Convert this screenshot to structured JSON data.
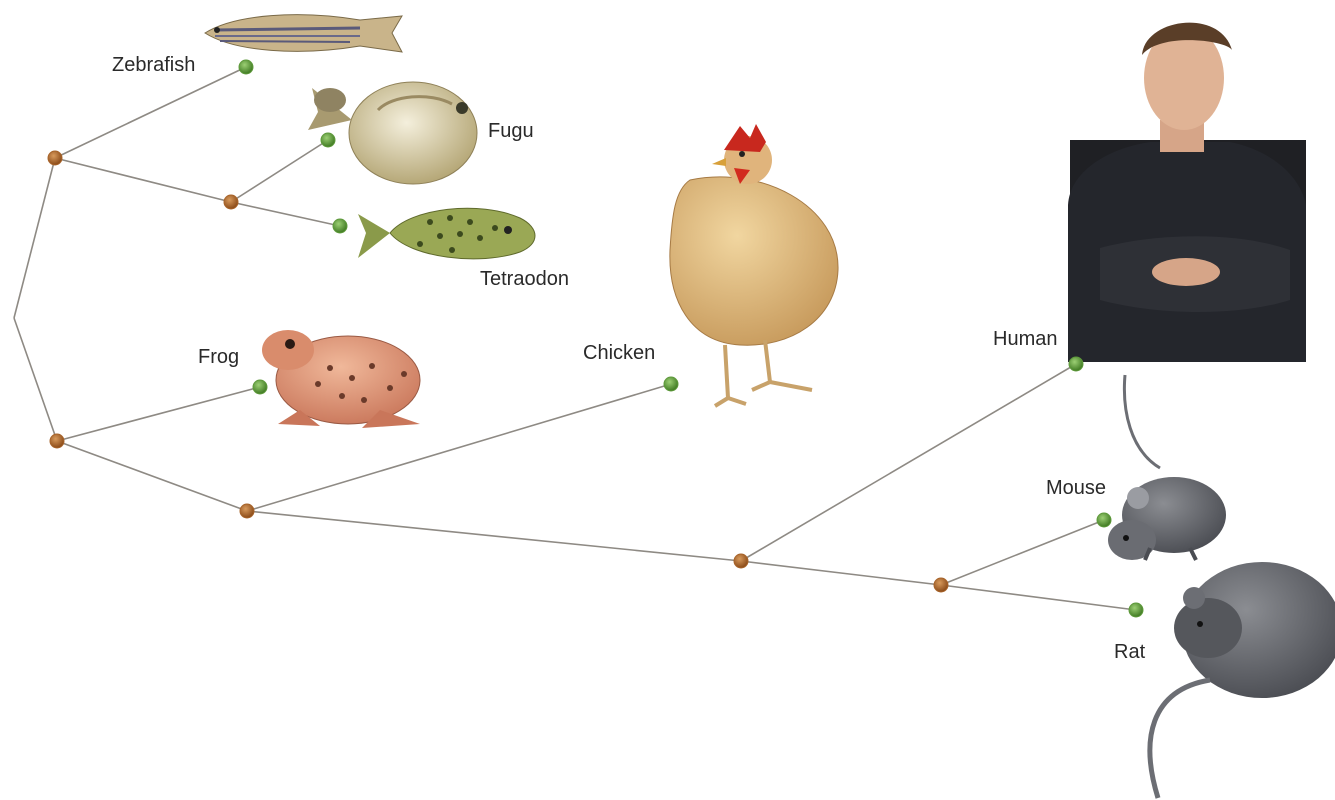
{
  "tree": {
    "leaves": [
      {
        "id": "zebrafish",
        "label": "Zebrafish"
      },
      {
        "id": "fugu",
        "label": "Fugu"
      },
      {
        "id": "tetraodon",
        "label": "Tetraodon"
      },
      {
        "id": "frog",
        "label": "Frog"
      },
      {
        "id": "chicken",
        "label": "Chicken"
      },
      {
        "id": "human",
        "label": "Human"
      },
      {
        "id": "mouse",
        "label": "Mouse"
      },
      {
        "id": "rat",
        "label": "Rat"
      }
    ],
    "edges": [
      [
        "root",
        "fish-node"
      ],
      [
        "root",
        "tetrapod-node"
      ],
      [
        "fish-node",
        "zebrafish"
      ],
      [
        "fish-node",
        "pufferfish-node"
      ],
      [
        "pufferfish-node",
        "fugu"
      ],
      [
        "pufferfish-node",
        "tetraodon"
      ],
      [
        "tetrapod-node",
        "frog"
      ],
      [
        "tetrapod-node",
        "amniote-node"
      ],
      [
        "amniote-node",
        "chicken"
      ],
      [
        "amniote-node",
        "mammal-node"
      ],
      [
        "mammal-node",
        "human"
      ],
      [
        "mammal-node",
        "rodent-node"
      ],
      [
        "rodent-node",
        "mouse"
      ],
      [
        "rodent-node",
        "rat"
      ]
    ]
  },
  "colors": {
    "branch": "#8e8a84",
    "internal_node": "#a8642a",
    "leaf_node": "#5f9a3c"
  }
}
